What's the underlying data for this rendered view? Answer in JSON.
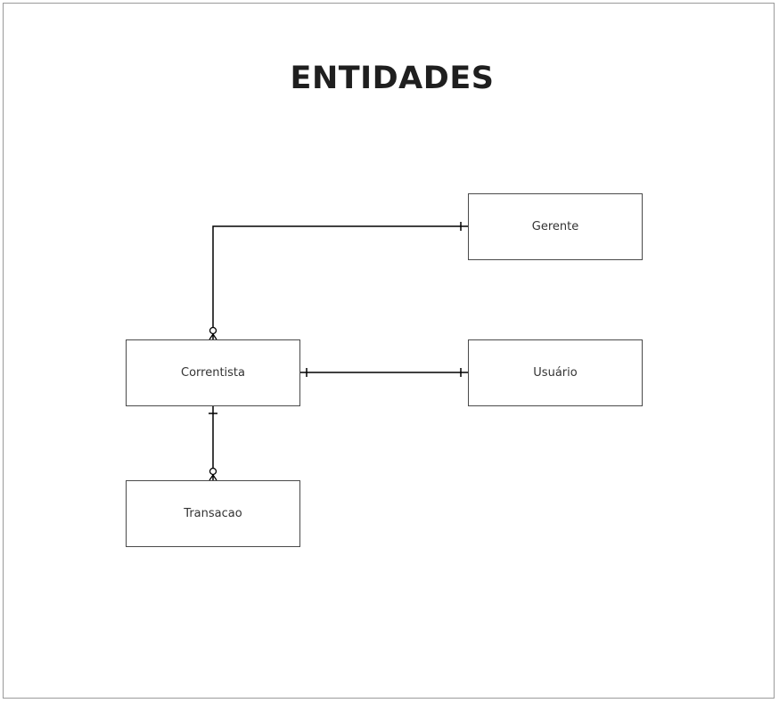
{
  "diagram": {
    "title": "ENTIDADES",
    "entities": {
      "gerente": "Gerente",
      "correntista": "Correntista",
      "usuario": "Usuário",
      "transacao": "Transacao"
    },
    "relationships": [
      {
        "from": "correntista",
        "to": "gerente",
        "from_cardinality": "zero-or-many",
        "to_cardinality": "one"
      },
      {
        "from": "correntista",
        "to": "usuario",
        "from_cardinality": "one",
        "to_cardinality": "one"
      },
      {
        "from": "correntista",
        "to": "transacao",
        "from_cardinality": "one",
        "to_cardinality": "zero-or-many"
      }
    ],
    "colors": {
      "line": "#000000",
      "border": "#4a4a4a",
      "title": "#1f1f1f"
    }
  }
}
